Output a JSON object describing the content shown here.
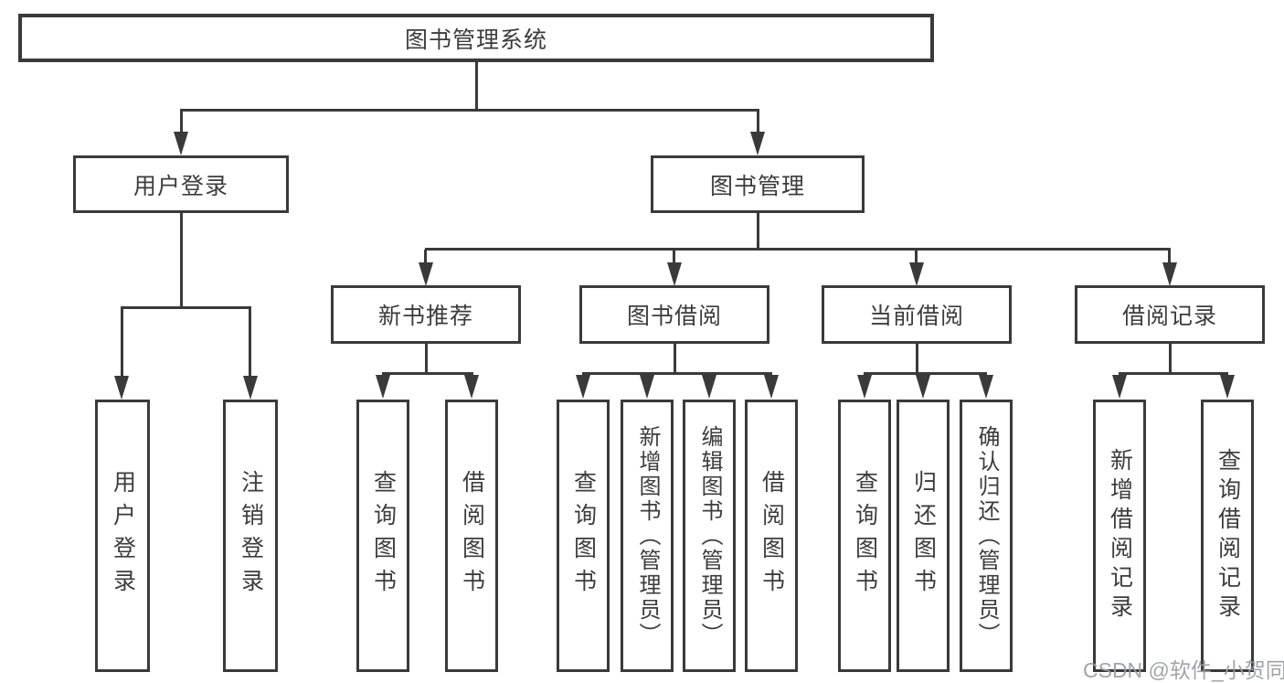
{
  "diagram": {
    "root": {
      "label": "图书管理系统"
    },
    "branches": [
      {
        "id": "user-login",
        "label": "用户登录",
        "children": [
          {
            "id": "leaf-user-login",
            "label": "用户登录"
          },
          {
            "id": "leaf-logout",
            "label": "注销登录"
          }
        ]
      },
      {
        "id": "book-mgmt",
        "label": "图书管理",
        "children": [
          {
            "id": "new-book-rec",
            "label": "新书推荐",
            "children": [
              {
                "id": "rec-query-book",
                "label": "查询图书"
              },
              {
                "id": "rec-borrow-book",
                "label": "借阅图书"
              }
            ]
          },
          {
            "id": "book-borrow",
            "label": "图书借阅",
            "children": [
              {
                "id": "bb-query-book",
                "label": "查询图书"
              },
              {
                "id": "bb-add-book",
                "label": "新增图书（管理员）"
              },
              {
                "id": "bb-edit-book",
                "label": "编辑图书（管理员）"
              },
              {
                "id": "bb-borrow-book",
                "label": "借阅图书"
              }
            ]
          },
          {
            "id": "current-borrow",
            "label": "当前借阅",
            "children": [
              {
                "id": "cb-query-book",
                "label": "查询图书"
              },
              {
                "id": "cb-return-book",
                "label": "归还图书"
              },
              {
                "id": "cb-confirm-return",
                "label": "确认归还（管理员）"
              }
            ]
          },
          {
            "id": "borrow-record",
            "label": "借阅记录",
            "children": [
              {
                "id": "br-add-record",
                "label": "新增借阅记录"
              },
              {
                "id": "br-query-record",
                "label": "查询借阅记录"
              }
            ]
          }
        ]
      }
    ]
  },
  "watermark": {
    "text": "CSDN @软件_小贺同学"
  },
  "colors": {
    "line": "#3a3a3a",
    "text": "#3c3c3c",
    "background": "#ffffff",
    "watermark": "#989da3"
  }
}
